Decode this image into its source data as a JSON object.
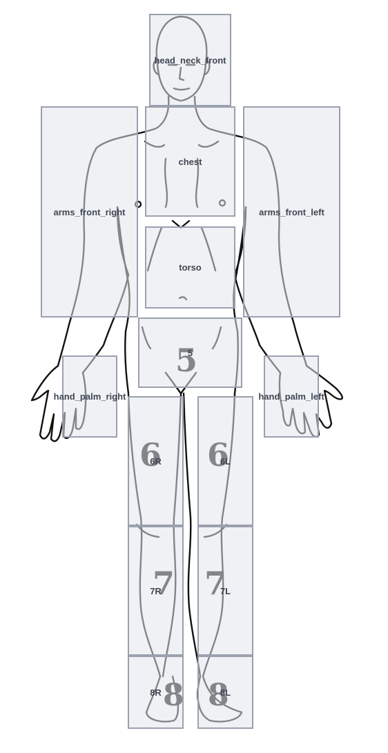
{
  "body_map": {
    "zones": {
      "head_neck_front": "head_neck_front",
      "chest": "chest",
      "arms_front_right": "arms_front_right",
      "arms_front_left": "arms_front_left",
      "torso": "torso",
      "zone_5": "5",
      "hand_palm_right": "hand_palm_right",
      "hand_palm_left": "hand_palm_left",
      "zone_6R": "6R",
      "zone_6L": "6L",
      "zone_7R": "7R",
      "zone_7L": "7L",
      "zone_8R": "8R",
      "zone_8L": "8L"
    },
    "printed_numbers": {
      "n5": "5",
      "n6r": "6",
      "n6l": "6",
      "n7r": "7",
      "n7l": "7",
      "n8r": "8",
      "n8l": "8"
    }
  },
  "colors": {
    "zone_fill": "#e2e5eb",
    "zone_border": "#9aa0ae",
    "label_text": "#3f4654",
    "outline": "#111111"
  }
}
